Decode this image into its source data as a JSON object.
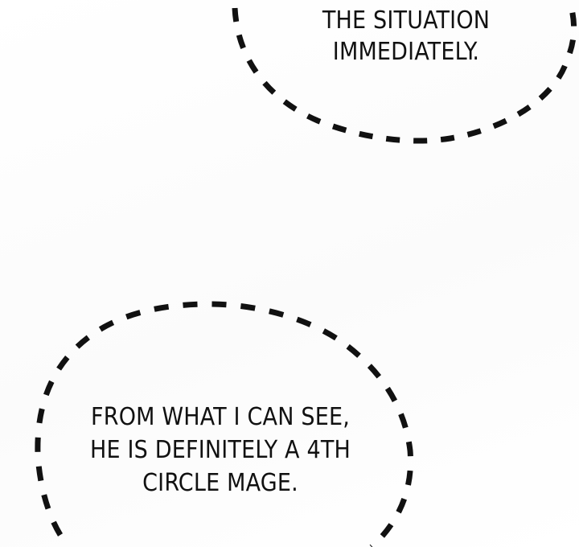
{
  "bubbles": [
    {
      "lines": [
        "THE SITUATION",
        "IMMEDIATELY."
      ]
    },
    {
      "lines": [
        "FROM WHAT I CAN SEE,",
        "HE IS DEFINITELY A 4TH",
        "CIRCLE MAGE."
      ]
    }
  ],
  "style": {
    "text_color": "#111111",
    "bubble_border_color": "#111111",
    "bubble_border_style": "dashed",
    "background": "#ffffff"
  }
}
